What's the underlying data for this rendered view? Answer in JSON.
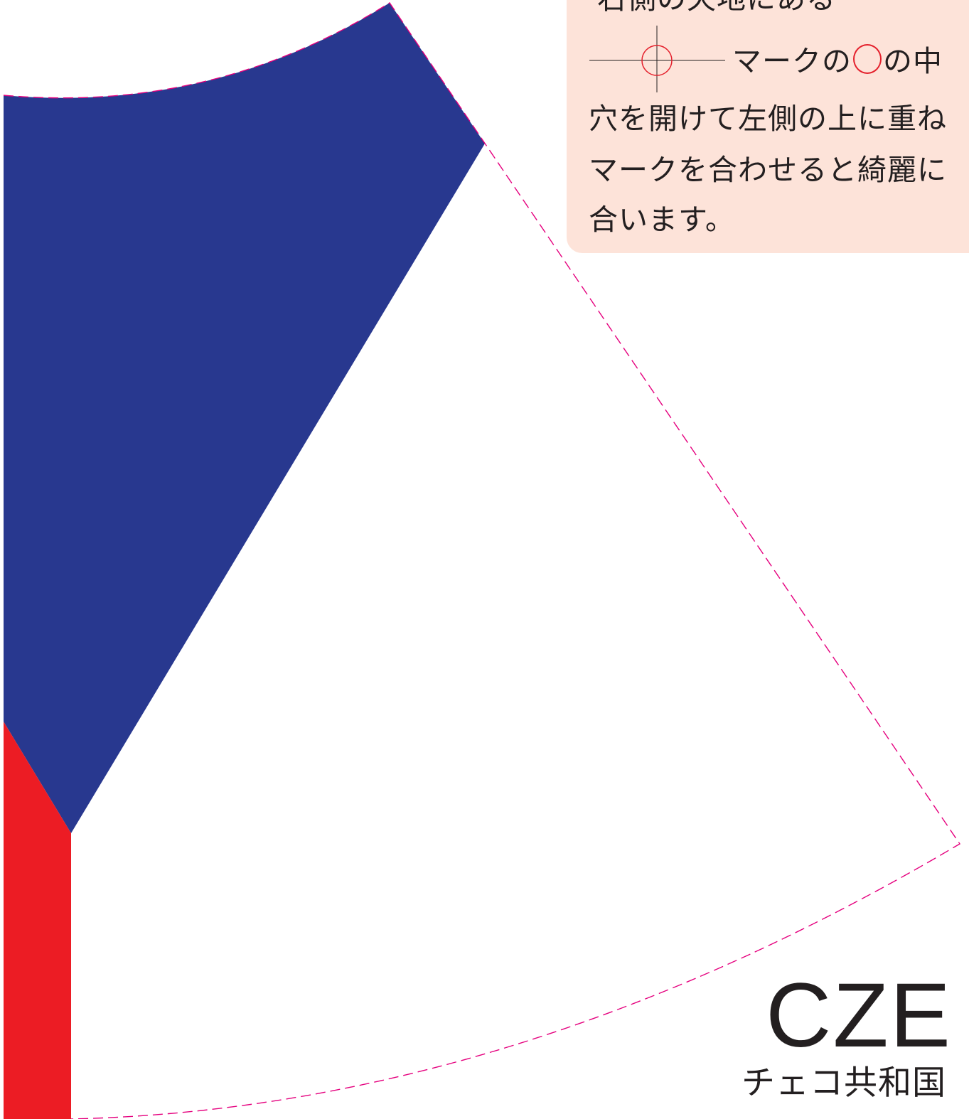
{
  "colors": {
    "flag_blue": "#28388f",
    "flag_red": "#ec1c24",
    "flag_white": "#ffffff",
    "cut_line": "#e5007e",
    "note_background": "#fde3d9",
    "register_mark": "#e4202c",
    "text": "#231f20"
  },
  "instructions": {
    "line_1": "右側の天地にある",
    "line_2_before": "マークの",
    "line_2_after": "の中",
    "line_3": "穴を開けて左側の上に重ね",
    "line_4": "マークを合わせると綺麗に",
    "line_5": "合います。"
  },
  "country": {
    "code": "CZE",
    "name": "チェコ共和国"
  },
  "icons": {
    "register_mark": "crosshair-circle-icon",
    "ring_glyph": "red-circle-icon"
  }
}
